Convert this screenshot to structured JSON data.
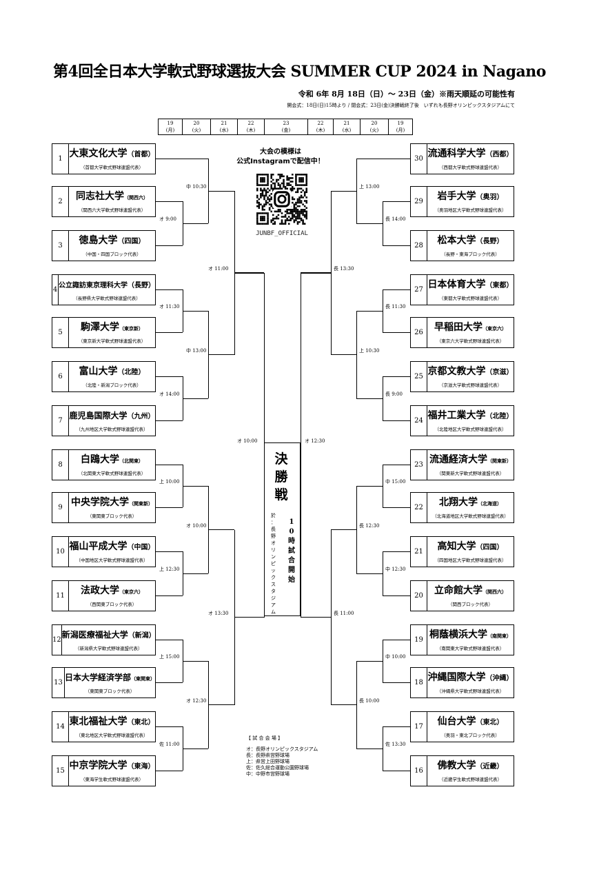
{
  "header": {
    "title": "第4回全日本大学軟式野球選抜大会 SUMMER CUP 2024 in Nagano",
    "dates": "令和 6年 8月 18日（日）～ 23日（金）※雨天順延の可能性有",
    "ceremony": "開会式：18日(日)15時より / 閉会式：23日(金)決勝戦終了後　いずれも長野オリンピックスタジアムにて"
  },
  "day_row": [
    {
      "d": "19",
      "w": "(月)"
    },
    {
      "d": "20",
      "w": "(火)"
    },
    {
      "d": "21",
      "w": "(水)"
    },
    {
      "d": "22",
      "w": "(木)"
    },
    {
      "d": "23",
      "w": "(金)"
    },
    {
      "d": "22",
      "w": "(木)"
    },
    {
      "d": "21",
      "w": "(水)"
    },
    {
      "d": "20",
      "w": "(火)"
    },
    {
      "d": "19",
      "w": "(月)"
    }
  ],
  "left_teams": [
    {
      "num": "1",
      "name": "大東文化大学",
      "region": "（首都）",
      "sub": "（首都大学軟式野球連盟代表）"
    },
    {
      "num": "2",
      "name": "同志社大学",
      "region": "（関西六）",
      "sub": "（関西六大学軟式野球連盟代表）"
    },
    {
      "num": "3",
      "name": "徳島大学",
      "region": "（四国）",
      "sub": "（中国・四国ブロック代表）"
    },
    {
      "num": "4",
      "name": "公立諏訪東京理科大学",
      "region": "（長野）",
      "sub": "（長野県大学軟式野球連盟代表）"
    },
    {
      "num": "5",
      "name": "駒澤大学",
      "region": "（東京新）",
      "sub": "（東京新大学軟式野球連盟代表）"
    },
    {
      "num": "6",
      "name": "富山大学",
      "region": "（北陸）",
      "sub": "（北陸・新潟ブロック代表）"
    },
    {
      "num": "7",
      "name": "鹿児島国際大学",
      "region": "（九州）",
      "sub": "（九州地区大学軟式野球連盟代表）"
    },
    {
      "num": "8",
      "name": "白鴎大学",
      "region": "（北関東）",
      "sub": "（北関東大学軟式野球連盟代表）"
    },
    {
      "num": "9",
      "name": "中央学院大学",
      "region": "（関東新）",
      "sub": "（東関東ブロック代表）"
    },
    {
      "num": "10",
      "name": "福山平成大学",
      "region": "（中国）",
      "sub": "（中国地区大学軟式野球連盟代表）"
    },
    {
      "num": "11",
      "name": "法政大学",
      "region": "（東京六）",
      "sub": "（西関東ブロック代表）"
    },
    {
      "num": "12",
      "name": "新潟医療福祉大学",
      "region": "（新潟）",
      "sub": "（新潟県大学軟式野球連盟代表）"
    },
    {
      "num": "13",
      "name": "日本大学経済学部",
      "region": "（東関東）",
      "sub": "（東関東ブロック代表）"
    },
    {
      "num": "14",
      "name": "東北福祉大学",
      "region": "（東北）",
      "sub": "（東北地区大学軟式野球連盟代表）"
    },
    {
      "num": "15",
      "name": "中京学院大学",
      "region": "（東海）",
      "sub": "（東海学生軟式野球連盟代表）"
    }
  ],
  "right_teams": [
    {
      "num": "30",
      "name": "流通科学大学",
      "region": "（西都）",
      "sub": "（西都大学軟式野球連盟代表）"
    },
    {
      "num": "29",
      "name": "岩手大学",
      "region": "（奥羽）",
      "sub": "（奥羽地区大学軟式野球連盟代表）"
    },
    {
      "num": "28",
      "name": "松本大学",
      "region": "（長野）",
      "sub": "（長野・東海ブロック代表）"
    },
    {
      "num": "27",
      "name": "日本体育大学",
      "region": "（東都）",
      "sub": "（東都大学軟式野球連盟代表）"
    },
    {
      "num": "26",
      "name": "早稲田大学",
      "region": "（東京六）",
      "sub": "（東京六大学軟式野球連盟代表）"
    },
    {
      "num": "25",
      "name": "京都文教大学",
      "region": "（京滋）",
      "sub": "（京滋大学軟式野球連盟代表）"
    },
    {
      "num": "24",
      "name": "福井工業大学",
      "region": "（北陸）",
      "sub": "（北陸地区大学軟式野球連盟代表）"
    },
    {
      "num": "23",
      "name": "流通経済大学",
      "region": "（関東新）",
      "sub": "（関東新大学軟式野球連盟代表）"
    },
    {
      "num": "22",
      "name": "北翔大学",
      "region": "（北海道）",
      "sub": "（北海道地区大学軟式野球連盟代表）"
    },
    {
      "num": "21",
      "name": "高知大学",
      "region": "（四国）",
      "sub": "（四国地区大学軟式野球連盟代表）"
    },
    {
      "num": "20",
      "name": "立命館大学",
      "region": "（関西六）",
      "sub": "（関西ブロック代表）"
    },
    {
      "num": "19",
      "name": "桐蔭横浜大学",
      "region": "（南関東）",
      "sub": "（南関東大学軟式野球連盟代表）"
    },
    {
      "num": "18",
      "name": "沖縄国際大学",
      "region": "（沖縄）",
      "sub": "（沖縄県大学軟式野球連盟代表）"
    },
    {
      "num": "17",
      "name": "仙台大学",
      "region": "（東北）",
      "sub": "（奥羽・東北ブロック代表）"
    },
    {
      "num": "16",
      "name": "佛教大学",
      "region": "（近畿）",
      "sub": "（近畿学生軟式野球連盟代表）"
    }
  ],
  "left_times": [
    "中 10:30",
    "オ 9:00",
    "オ 11:00",
    "オ 11:30",
    "中 13:00",
    "オ 14:00",
    "オ 10:00",
    "上 10:00",
    "オ 10:00",
    "上 12:30",
    "オ 13:30",
    "上 15:00",
    "オ 12:30",
    "佐 11:00"
  ],
  "right_times": [
    "上 13:00",
    "長 14:00",
    "長 13:30",
    "長 11:30",
    "上 10:30",
    "長 9:00",
    "オ 12:30",
    "中 15:00",
    "長 12:30",
    "中 12:30",
    "長 11:00",
    "中 10:00",
    "長 10:00",
    "佐 13:30"
  ],
  "final": {
    "label": "決勝戦",
    "time": "10時試合開始",
    "venue": "於：長野オリンピックスタジアム"
  },
  "stream": {
    "line1": "大会の模様は",
    "line2": "公式Instagramで配信中！",
    "account": "JUNBF_OFFICIAL"
  },
  "venues": {
    "heading": "【 試 合 会 場 】",
    "items": [
      "オ：長野オリンピックスタジアム",
      "長：長野県営野球場",
      "上：県営上田野球場",
      "佐：佐久総合運動公園野球場",
      "中：中野市営野球場"
    ]
  }
}
